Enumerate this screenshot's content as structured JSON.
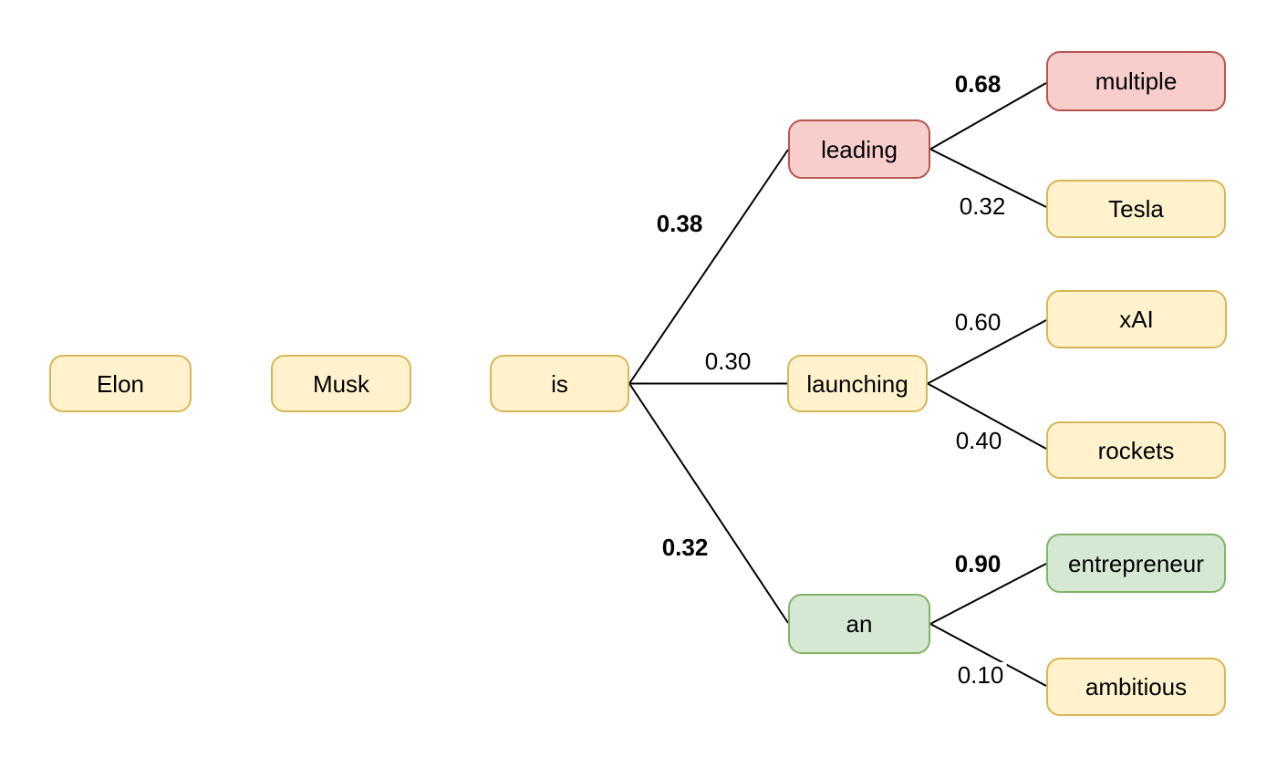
{
  "diagram": {
    "background": "#FFFFFF",
    "edge_color": "#000000",
    "text_color": "#000000",
    "styles": {
      "yellow": {
        "fill": "#FFF2CC",
        "stroke": "#D6B656"
      },
      "red": {
        "fill": "#F8CECC",
        "stroke": "#B85450"
      },
      "green": {
        "fill": "#D5E8D4",
        "stroke": "#82B366"
      }
    },
    "nodes": [
      {
        "id": "elon",
        "label": "Elon",
        "style": "yellow"
      },
      {
        "id": "musk",
        "label": "Musk",
        "style": "yellow"
      },
      {
        "id": "is",
        "label": "is",
        "style": "yellow"
      },
      {
        "id": "leading",
        "label": "leading",
        "style": "red"
      },
      {
        "id": "launching",
        "label": "launching",
        "style": "yellow"
      },
      {
        "id": "an",
        "label": "an",
        "style": "green"
      },
      {
        "id": "multiple",
        "label": "multiple",
        "style": "red"
      },
      {
        "id": "tesla",
        "label": "Tesla",
        "style": "yellow"
      },
      {
        "id": "xai",
        "label": "xAI",
        "style": "yellow"
      },
      {
        "id": "rockets",
        "label": "rockets",
        "style": "yellow"
      },
      {
        "id": "entrepreneur",
        "label": "entrepreneur",
        "style": "green"
      },
      {
        "id": "ambitious",
        "label": "ambitious",
        "style": "yellow"
      }
    ],
    "edges": [
      {
        "from": "is",
        "to": "leading",
        "label": "0.38",
        "emphasis": true
      },
      {
        "from": "is",
        "to": "launching",
        "label": "0.30",
        "emphasis": false
      },
      {
        "from": "is",
        "to": "an",
        "label": "0.32",
        "emphasis": true
      },
      {
        "from": "leading",
        "to": "multiple",
        "label": "0.68",
        "emphasis": true
      },
      {
        "from": "leading",
        "to": "tesla",
        "label": "0.32",
        "emphasis": false
      },
      {
        "from": "launching",
        "to": "xai",
        "label": "0.60",
        "emphasis": false
      },
      {
        "from": "launching",
        "to": "rockets",
        "label": "0.40",
        "emphasis": false
      },
      {
        "from": "an",
        "to": "entrepreneur",
        "label": "0.90",
        "emphasis": true
      },
      {
        "from": "an",
        "to": "ambitious",
        "label": "0.10",
        "emphasis": false
      }
    ]
  }
}
